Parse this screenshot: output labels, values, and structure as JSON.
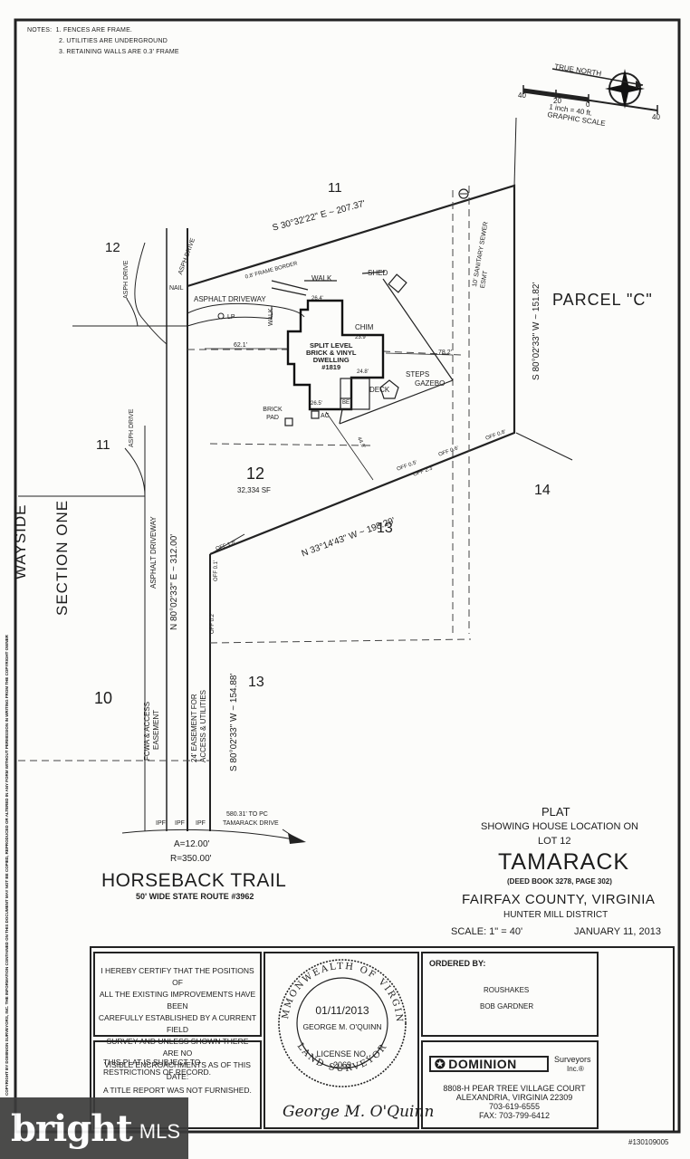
{
  "notes": {
    "heading": "NOTES:",
    "items": [
      "1.  FENCES ARE FRAME.",
      "2.  UTILITIES ARE UNDERGROUND",
      "3.  RETAINING WALLS ARE 0.3' FRAME"
    ]
  },
  "scale_graphic": {
    "true_north": "TRUE NORTH",
    "tick_40_left": "40",
    "tick_20": "20",
    "tick_0": "0",
    "tick_40_right": "40",
    "ratio": "1 inch = 40 ft.",
    "caption": "GRAPHIC SCALE"
  },
  "lots": {
    "lot11_top": "11",
    "lot12_left": "12",
    "lot11_left": "11",
    "lot10": "10",
    "lot12_main": "12",
    "lot12_area": "32,334 SF",
    "lot13_right": "13",
    "lot13_lower": "13",
    "lot14": "14",
    "parcel_c": "PARCEL \"C\"",
    "wayside": "WAYSIDE",
    "section_one": "SECTION ONE"
  },
  "bearings": {
    "north_line": "S 30°32'22\" E  ~  207.37'",
    "east_line": "S 80°02'33\" W  ~  151.82'",
    "south_line": "N 33°14'43\" W  ~  198.29'",
    "west_line": "N 80°02'33\" E  ~  312.00'",
    "lower_line": "S 80°02'33\" W  ~  154.88'"
  },
  "features": {
    "asph_drive_1": "ASPH DRIVE",
    "asph_drive_2": "ASPH DRIVE",
    "asph_drive_3": "ASPH DRIVE",
    "nail": "NAIL",
    "frame_border": "0.8' FRAME BORDER",
    "walk": "WALK",
    "walk2": "WALK",
    "shed": "SHED",
    "sewer_esmt": "10' SANITARY SEWER ESMT",
    "asphalt_driveway": "ASPHALT DRIVEWAY",
    "lp": "LP",
    "chim": "CHIM",
    "dwelling_1": "SPLIT LEVEL",
    "dwelling_2": "BRICK & VINYL",
    "dwelling_3": "DWELLING",
    "dwelling_4": "#1819",
    "steps": "STEPS",
    "gazebo": "GAZEBO",
    "deck": "DECK",
    "brick_pad": "BRICK PAD",
    "ac": "AC",
    "be": "BE",
    "dim_26_4": "26.4'",
    "dim_23_9": "23.9'",
    "dim_62_1": "62.1'",
    "dim_78_2": "78.2'",
    "dim_24_8": "24.8'",
    "dim_26_5": "26.5'",
    "dim_44_9": "44.9'",
    "off_08": "OFF 0.8'",
    "off_06": "OFF 0.6'",
    "off_05": "OFF 0.5'",
    "off_23": "OFF 2.3'",
    "off_18": "OFF 1.8'",
    "off_02": "OFF 0.2'",
    "off_01": "OFF 0.1'",
    "asphalt_driveway_vertical": "ASPHALT DRIVEWAY",
    "fcwa_1": "FCWA & ACCESS",
    "fcwa_2": "EASEMENT",
    "easement_1": "24' EASEMENT FOR",
    "easement_2": "ACCESS & UTILITIES",
    "ipf1": "IPF",
    "ipf2": "IPF",
    "ipf3": "IPF",
    "pc_dist_1": "580.31' TO PC",
    "pc_dist_2": "TAMARACK DRIVE",
    "arc": "A=12.00'",
    "radius": "R=350.00'"
  },
  "road": {
    "name": "HORSEBACK TRAIL",
    "desc": "50' WIDE STATE ROUTE #3962"
  },
  "title_block": {
    "plat": "PLAT",
    "showing": "SHOWING HOUSE LOCATION ON",
    "lot": "LOT 12",
    "subdivision": "TAMARACK",
    "deed": "(DEED BOOK 3278, PAGE 302)",
    "county": "FAIRFAX COUNTY, VIRGINIA",
    "district": "HUNTER MILL DISTRICT",
    "scale": "SCALE:  1\" = 40'",
    "date": "JANUARY 11, 2013"
  },
  "certification": {
    "text": [
      "I HEREBY CERTIFY THAT THE POSITIONS OF",
      "ALL THE EXISTING IMPROVEMENTS HAVE BEEN",
      "CAREFULLY ESTABLISHED BY A CURRENT FIELD",
      "SURVEY AND UNLESS SHOWN THERE ARE NO",
      "VISIBLE ENCROACHMENTS AS OF THIS DATE:"
    ],
    "restrictions_1": "THIS PLAT IS SUBJECT TO",
    "restrictions_2": "RESTRICTIONS OF RECORD.",
    "title_report": "A TITLE REPORT WAS NOT FURNISHED."
  },
  "seal": {
    "top_arc": "COMMONWEALTH OF VIRGINIA",
    "bottom_arc": "LAND SURVEYOR",
    "date": "01/11/2013",
    "name": "GEORGE M. O'QUINN",
    "license_label": "LICENSE NO.",
    "license_no": "2069",
    "signature": "George M. O'Quinn"
  },
  "ordered": {
    "label": "ORDERED BY:",
    "name1": "ROUSHAKES",
    "name2": "BOB GARDNER"
  },
  "company": {
    "name": "DOMINION",
    "surveyors": "Surveyors",
    "inc": "Inc.®",
    "addr1": "8808-H PEAR TREE VILLAGE COURT",
    "addr2": "ALEXANDRIA, VIRGINIA 22309",
    "phone": "703-619-6555",
    "fax": "FAX: 703-799-6412"
  },
  "copyright_side": "COPYRIGHT BY DOMINION SURVEYORS, INC. THE INFORMATION CONTAINED ON THIS DOCUMENT MAY NOT BE COPIED, REPRODUCED OR ALTERED IN ANY FORM WITHOUT PERMISSION IN WRITING FROM THE COPYRIGHT OWNER",
  "doc_number": "#130109005",
  "watermark": {
    "brand": "bright",
    "suffix": "MLS"
  }
}
